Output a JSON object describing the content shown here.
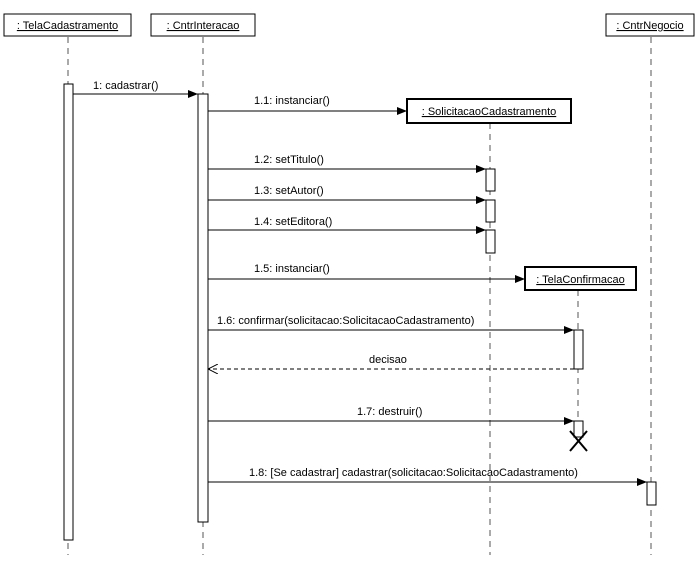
{
  "objects": [
    {
      "id": "tela",
      "label": ": TelaCadastramento"
    },
    {
      "id": "cntr",
      "label": ": CntrInteracao"
    },
    {
      "id": "solic",
      "label": ": SolicitacaoCadastramento"
    },
    {
      "id": "conf",
      "label": ": TelaConfirmacao"
    },
    {
      "id": "neg",
      "label": ": CntrNegocio"
    }
  ],
  "messages": [
    {
      "label": "1: cadastrar()",
      "from": "tela",
      "to": "cntr",
      "kind": "sync"
    },
    {
      "label": "1.1: instanciar()",
      "from": "cntr",
      "to": "solic",
      "kind": "create"
    },
    {
      "label": "1.2: setTitulo()",
      "from": "cntr",
      "to": "solic",
      "kind": "sync"
    },
    {
      "label": "1.3: setAutor()",
      "from": "cntr",
      "to": "solic",
      "kind": "sync"
    },
    {
      "label": "1.4: setEditora()",
      "from": "cntr",
      "to": "solic",
      "kind": "sync"
    },
    {
      "label": "1.5: instanciar()",
      "from": "cntr",
      "to": "conf",
      "kind": "create"
    },
    {
      "label": "1.6: confirmar(solicitacao:SolicitacaoCadastramento)",
      "from": "cntr",
      "to": "conf",
      "kind": "sync"
    },
    {
      "label": "decisao",
      "from": "conf",
      "to": "cntr",
      "kind": "return"
    },
    {
      "label": "1.7: destruir()",
      "from": "cntr",
      "to": "conf",
      "kind": "destroy"
    },
    {
      "label": "1.8: [Se cadastrar] cadastrar(solicitacao:SolicitacaoCadastramento)",
      "from": "cntr",
      "to": "neg",
      "kind": "sync"
    }
  ]
}
